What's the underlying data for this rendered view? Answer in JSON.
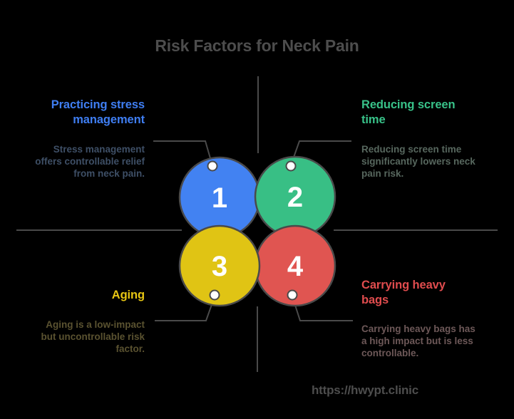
{
  "title": "Risk Factors for Neck Pain",
  "footer_url": "https://hwypt.clinic",
  "colors": {
    "ink": "#4a4a4a",
    "title_text": "#4d4d4d",
    "number_text": "#ffffff",
    "ring_fill": "#ffffff"
  },
  "items": [
    {
      "number": "1",
      "heading_lines": [
        "Practicing stress",
        "management"
      ],
      "desc_lines": [
        "Stress management",
        "offers controllable relief",
        "from neck pain."
      ],
      "heading_color": "#3f7ef2",
      "desc_color": "#3e4f66",
      "circle_fill": "#4282f2"
    },
    {
      "number": "2",
      "heading_lines": [
        "Reducing screen",
        "time"
      ],
      "desc_lines": [
        "Reducing screen time",
        "significantly lowers neck",
        "pain risk."
      ],
      "heading_color": "#38c289",
      "desc_color": "#57675e",
      "circle_fill": "#38bf85"
    },
    {
      "number": "3",
      "heading_lines": [
        "Aging"
      ],
      "desc_lines": [
        "Aging is a low-impact",
        "but uncontrollable risk",
        "factor."
      ],
      "heading_color": "#e6c513",
      "desc_color": "#5a5230",
      "circle_fill": "#e0c414"
    },
    {
      "number": "4",
      "heading_lines": [
        "Carrying heavy",
        "bags"
      ],
      "desc_lines": [
        "Carrying heavy bags has",
        "a high impact but is less",
        "controllable."
      ],
      "heading_color": "#e04c4e",
      "desc_color": "#6d5858",
      "circle_fill": "#e05551"
    }
  ]
}
